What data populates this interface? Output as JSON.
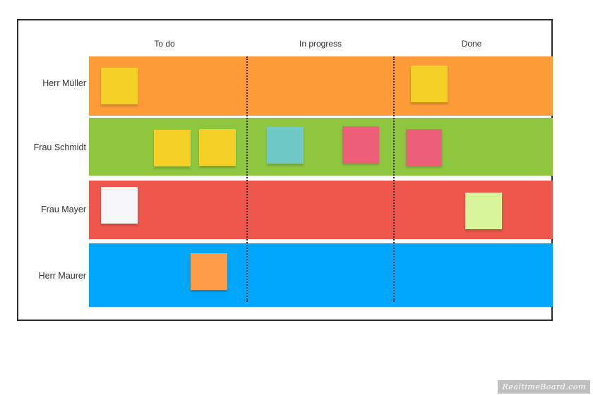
{
  "columns": [
    "To do",
    "In progress",
    "Done"
  ],
  "lanes": [
    {
      "label": "Herr Müller",
      "color": "#fd9c38"
    },
    {
      "label": "Frau Schmidt",
      "color": "#8fc640"
    },
    {
      "label": "Frau Mayer",
      "color": "#ef574c"
    },
    {
      "label": "Herr Maurer",
      "color": "#00a6f9"
    }
  ],
  "sticky_colors": {
    "yellow": "#f5d127",
    "teal": "#6fcac7",
    "pink": "#ee6079",
    "white": "#f6f6f8",
    "lime": "#d8f59a",
    "orange": "#fd9d47"
  },
  "stickies": [
    {
      "lane": "Herr Müller",
      "column": "To do",
      "color": "yellow"
    },
    {
      "lane": "Herr Müller",
      "column": "Done",
      "color": "yellow"
    },
    {
      "lane": "Frau Schmidt",
      "column": "To do",
      "color": "yellow"
    },
    {
      "lane": "Frau Schmidt",
      "column": "To do",
      "color": "yellow"
    },
    {
      "lane": "Frau Schmidt",
      "column": "In progress",
      "color": "teal"
    },
    {
      "lane": "Frau Schmidt",
      "column": "In progress",
      "color": "pink"
    },
    {
      "lane": "Frau Schmidt",
      "column": "Done",
      "color": "pink"
    },
    {
      "lane": "Frau Mayer",
      "column": "To do",
      "color": "white"
    },
    {
      "lane": "Frau Mayer",
      "column": "Done",
      "color": "lime"
    },
    {
      "lane": "Herr Maurer",
      "column": "To do",
      "color": "orange"
    }
  ],
  "watermark": "RealtimeBoard.com"
}
